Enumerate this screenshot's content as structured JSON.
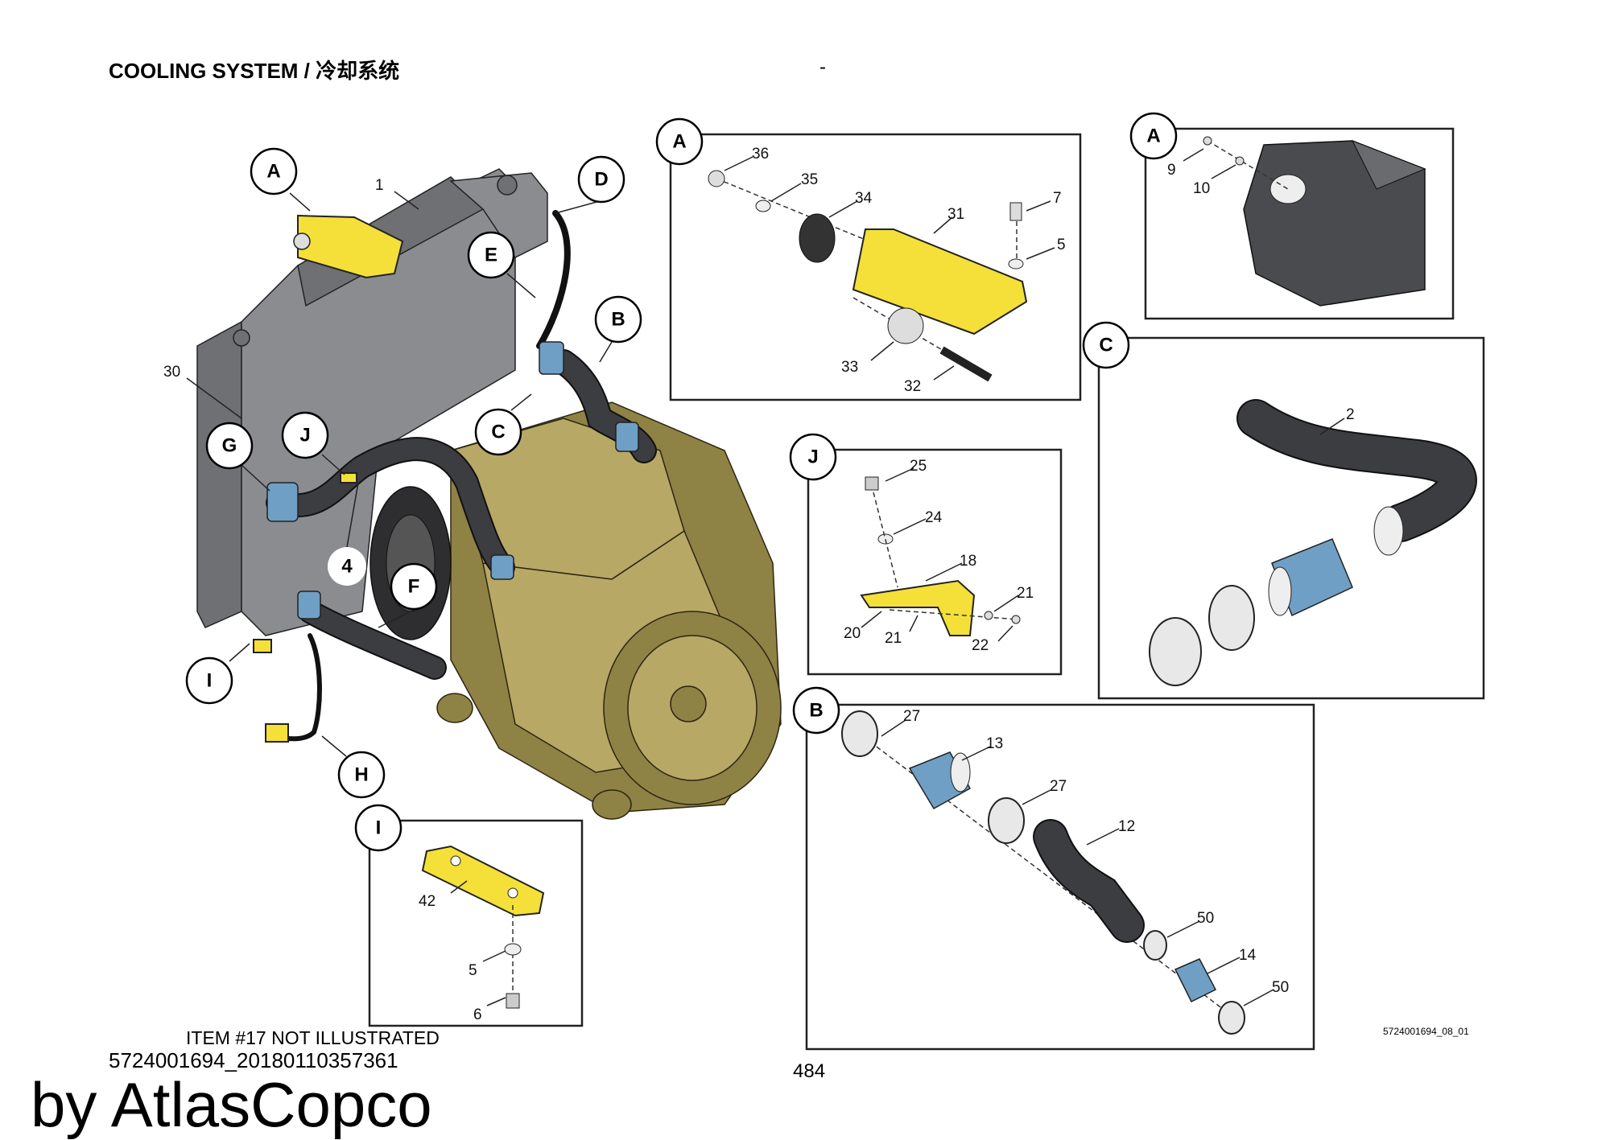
{
  "header": {
    "title": "COOLING SYSTEM / 冷却系统",
    "separator": "-"
  },
  "main_callouts": {
    "A": "A",
    "D": "D",
    "E": "E",
    "B": "B",
    "C": "C",
    "J": "J",
    "G": "G",
    "F": "F",
    "I": "I",
    "H": "H",
    "item4": "4",
    "item1": "1",
    "item30": "30"
  },
  "detail_A1": {
    "label": "A",
    "items": [
      "36",
      "35",
      "34",
      "31",
      "7",
      "5",
      "33",
      "32"
    ]
  },
  "detail_A2": {
    "label": "A",
    "items": [
      "9",
      "10"
    ]
  },
  "detail_C": {
    "label": "C",
    "items": [
      "2"
    ]
  },
  "detail_J": {
    "label": "J",
    "items": [
      "25",
      "24",
      "18",
      "21",
      "20",
      "21",
      "22"
    ]
  },
  "detail_B": {
    "label": "B",
    "items": [
      "27",
      "13",
      "27",
      "12",
      "50",
      "14",
      "50"
    ]
  },
  "detail_I": {
    "label": "I",
    "items": [
      "42",
      "5",
      "6"
    ]
  },
  "footer": {
    "note": "ITEM #17 NOT ILLUSTRATED",
    "doc_id": "5724001694_20180110357361",
    "page": "484",
    "image_code": "5724001694_08_01",
    "watermark": "by AtlasCopco"
  },
  "colors": {
    "highlight": "#f4e038",
    "hose_blue": "#6f9fc4",
    "engine": "#b8a866",
    "radiator": "#8a8c90"
  }
}
